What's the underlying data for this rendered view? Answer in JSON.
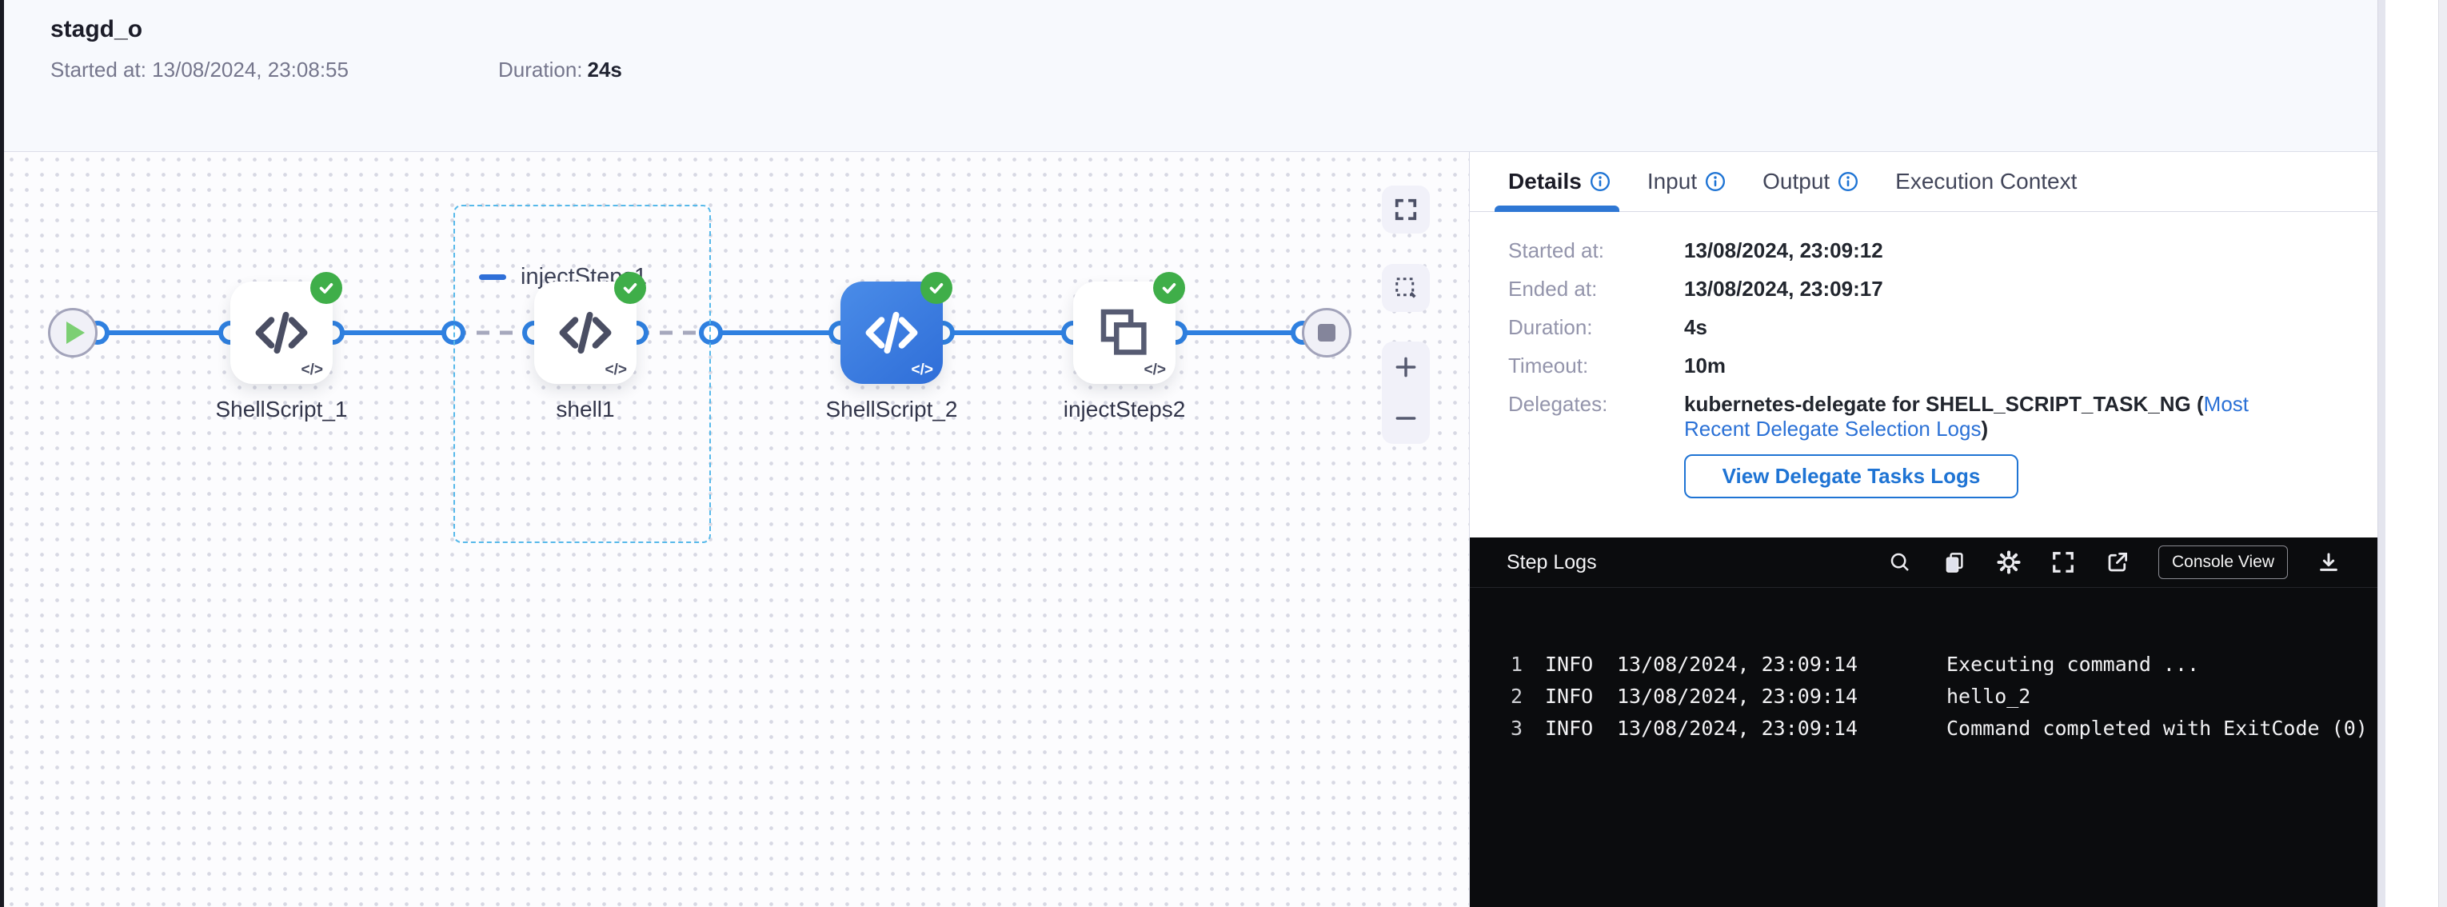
{
  "header": {
    "title": "stagd_o",
    "started": "Started at: 13/08/2024, 23:08:55",
    "duration_label": "Duration:",
    "duration_value": "24s"
  },
  "pipeline": {
    "code_glyph": "</>",
    "group": {
      "label": "injectSteps1"
    },
    "nodes": [
      {
        "label": "ShellScript_1",
        "type": "shell-script",
        "status": "success"
      },
      {
        "label": "shell1",
        "type": "shell-script",
        "status": "success"
      },
      {
        "label": "ShellScript_2",
        "type": "shell-script",
        "status": "success",
        "selected": true
      },
      {
        "label": "injectSteps2",
        "type": "step-group",
        "status": "success"
      }
    ]
  },
  "details_panel": {
    "tabs": [
      {
        "label": "Details",
        "active": true,
        "has_info_icon": true
      },
      {
        "label": "Input",
        "active": false,
        "has_info_icon": true
      },
      {
        "label": "Output",
        "active": false,
        "has_info_icon": true
      },
      {
        "label": "Execution Context",
        "active": false,
        "has_info_icon": false
      }
    ],
    "fields": [
      {
        "label": "Started at:",
        "value": "13/08/2024, 23:09:12"
      },
      {
        "label": "Ended at:",
        "value": "13/08/2024, 23:09:17"
      },
      {
        "label": "Duration:",
        "value": "4s"
      },
      {
        "label": "Timeout:",
        "value": "10m"
      },
      {
        "label": "Delegates:",
        "value_prefix": "kubernetes-delegate for SHELL_SCRIPT_TASK_NG (",
        "link": "Most Recent Delegate Selection Logs",
        "value_suffix": ")"
      }
    ],
    "button_label": "View Delegate Tasks Logs"
  },
  "step_logs": {
    "title": "Step Logs",
    "console_view_label": "Console View",
    "lines": [
      {
        "num": "1",
        "level": "INFO",
        "timestamp": "13/08/2024, 23:09:14",
        "message": "Executing command ..."
      },
      {
        "num": "2",
        "level": "INFO",
        "timestamp": "13/08/2024, 23:09:14",
        "message": "hello_2"
      },
      {
        "num": "3",
        "level": "INFO",
        "timestamp": "13/08/2024, 23:09:14",
        "message": "Command completed with ExitCode (0)"
      }
    ]
  },
  "colors": {
    "accent_blue": "#2b71d6",
    "line_blue": "#2f80e0",
    "success_green": "#3fae49",
    "selected_node_blue": "#3b7ce2"
  }
}
